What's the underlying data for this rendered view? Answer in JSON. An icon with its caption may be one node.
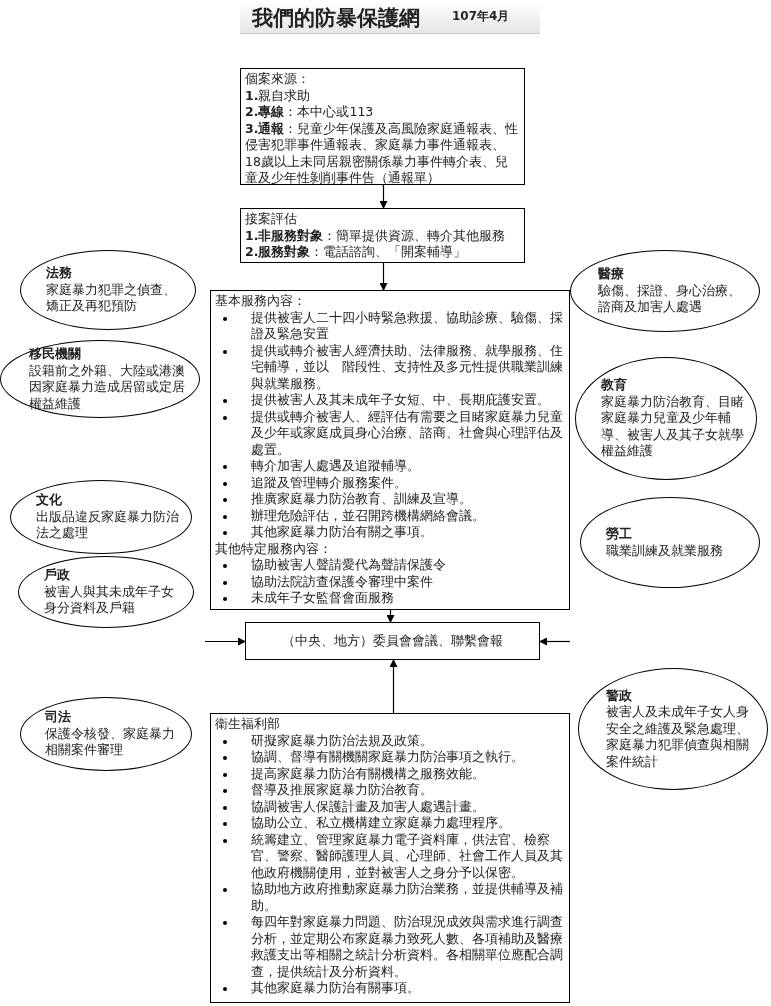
{
  "diagram": {
    "title": "我們的防暴保護網",
    "nodes": [
      {
        "text": [
          "個案來源：",
          "**1.**親自求助",
          "**2.專線**：本中心或113",
          "**3.通報**：兒童少年保護及高風險家庭通報表、性侵害犯罪事件通報表、家庭暴力事件通報表、18歲以上未同居親密關係暴力事件轉介表、兒童及少年性剝削事件告（通報單）"
        ]
      },
      {
        "text": [
          "接案評估",
          "**1.非服務對象**：簡單提供資源、轉介其他服務",
          "**2.服務對象**：電話諮詢、「開案輔導」"
        ]
      },
      {
        "text": [
          "基本服務內容：",
          "提供被害人二十四小時緊急救援、協助診療、驗傷、採證及緊急安置",
          "提供或轉介被害人經濟扶助、法律服務、就學服務、住宅輔導，並以　階段性、支持性及多元性提供職業訓練與就業服務。",
          "提供被害人及其未成年子女短、中、長期庇護安置。",
          "提供或轉介被害人、經評估有需要之目睹家庭暴力兒童及少年或家庭成員身心治療、諮商、社會與心理評估及處置。",
          "轉介加害人處遇及追蹤輔導。",
          "追蹤及管理轉介服務案件。",
          "推廣家庭暴力防治教育、訓練及宣導。",
          "辦理危險評估，並召開跨機構網絡會議。",
          "其他家庭暴力防治有關之事項。",
          "其他特定服務內容：",
          "協助被害人聲請愛代為聲請保護令",
          "協助法院訪查保護令審理中案件",
          "未成年子女監督會面服務"
        ]
      },
      {
        "text": [
          "（中央、地方）委員會會議、聯繫會報"
        ]
      },
      {
        "text": [
          "衛生福利部",
          "研擬家庭暴力防治法規及政策。",
          "協調、督導有關機關家庭暴力防治事項之執行。",
          "提高家庭暴力防治有關機構之服務效能。",
          "督導及推展家庭暴力防治教育。",
          "協調被害人保護計畫及加害人處遇計畫。",
          "協助公立、私立機構建立家庭暴力處理程序。",
          "統籌建立、管理家庭暴力電子資料庫，供法官、檢察官、警察、醫師護理人員、心理師、社會工作人員及其他政府機關使用，並對被害人之身分予以保密。",
          "協助地方政府推動家庭暴力防治業務，並提供輔導及補助。",
          "每四年對家庭暴力問題、防治現況成效與需求進行調查分析，並定期公布家庭暴力致死人數、各項補助及醫療救護支出等相關之統計分析資料。各相關單位應配合調查，提供統計及分析資料。",
          "其他家庭暴力防治有關事項。"
        ]
      },
      {
        "text": [
          "法務",
          "家庭暴力犯罪之偵查、矯正及再犯預防"
        ]
      },
      {
        "text": [
          "移民機關",
          "設籍前之外籍、大陸或港澳因家庭暴力造成居留或定居權益維護"
        ]
      },
      {
        "text": [
          "文化",
          "出版品違反家庭暴力防治法之處理"
        ]
      },
      {
        "text": [
          "戶政",
          "被害人與其未成年子女身分資料及戶籍"
        ]
      },
      {
        "text": [
          "司法",
          "保護令核發、家庭暴力相關案件審理"
        ]
      },
      {
        "text": [
          "醫療",
          "驗傷、採證、身心治療、諮商及加害人處遇"
        ]
      },
      {
        "text": [
          "教育",
          "家庭暴力防治教育、目睹家庭暴力兒童及少年輔導、被害人及其子女就學權益維護"
        ]
      },
      {
        "text": [
          "勞工",
          "職業訓練及就業服務"
        ]
      },
      {
        "text": [
          "警政",
          "被害人及未成年子女人身安全之維護及緊急處理、家庭暴力犯罪偵查與相關案件統計"
        ]
      }
    ],
    "edges": [
      {
        "from": 0,
        "to": 1,
        "arrow": "to"
      },
      {
        "from": 1,
        "to": 2,
        "arrow": "to"
      },
      {
        "from": 2,
        "to": 3,
        "arrow": "to"
      },
      {
        "from": 4,
        "to": 3,
        "arrow": "to"
      },
      {
        "from": null,
        "to": 3,
        "arrow": "to"
      },
      {
        "from": null,
        "to": 3,
        "arrow": "to"
      }
    ],
    "labels": [
      "107年4月"
    ]
  }
}
